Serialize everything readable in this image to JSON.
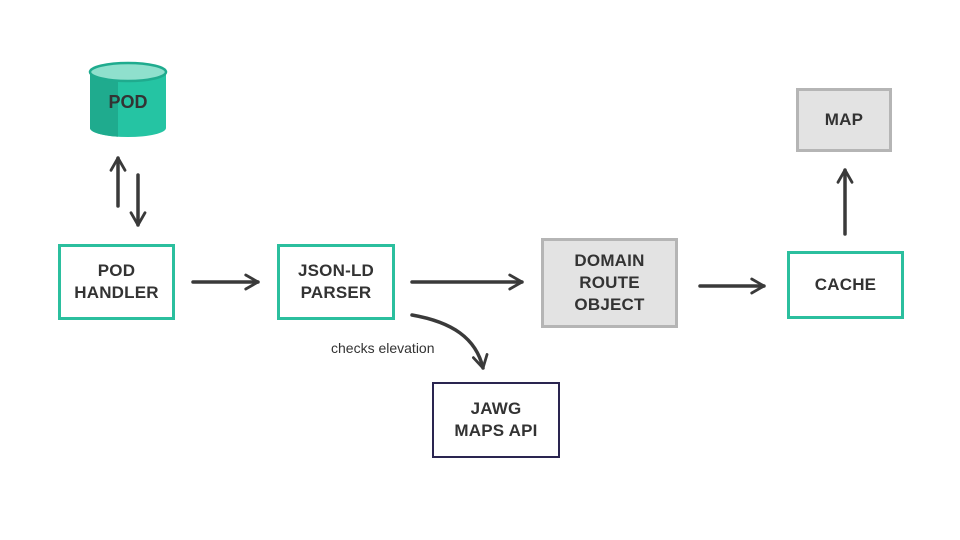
{
  "nodes": {
    "pod": "POD",
    "pod_handler": "POD\nHANDLER",
    "jsonld_parser": "JSON-LD\nPARSER",
    "domain_route_object": "DOMAIN\nROUTE\nOBJECT",
    "cache": "CACHE",
    "map": "MAP",
    "jawg_maps_api": "JAWG\nMAPS API"
  },
  "edge_labels": {
    "checks_elevation": "checks elevation"
  },
  "colors": {
    "teal_border": "#2bbf9e",
    "cylinder_body": "#25c4a3",
    "cylinder_dark": "#1fab8e",
    "cylinder_top": "#8fe0cd",
    "grey_fill": "#e3e3e3",
    "grey_border": "#b5b5b5",
    "navy_border": "#2a2550",
    "arrow": "#3a3a3a",
    "text": "#333333"
  },
  "icons": [
    "database-cylinder-icon",
    "arrow-right-icon",
    "arrow-up-icon",
    "arrow-down-icon",
    "curved-arrow-icon"
  ]
}
